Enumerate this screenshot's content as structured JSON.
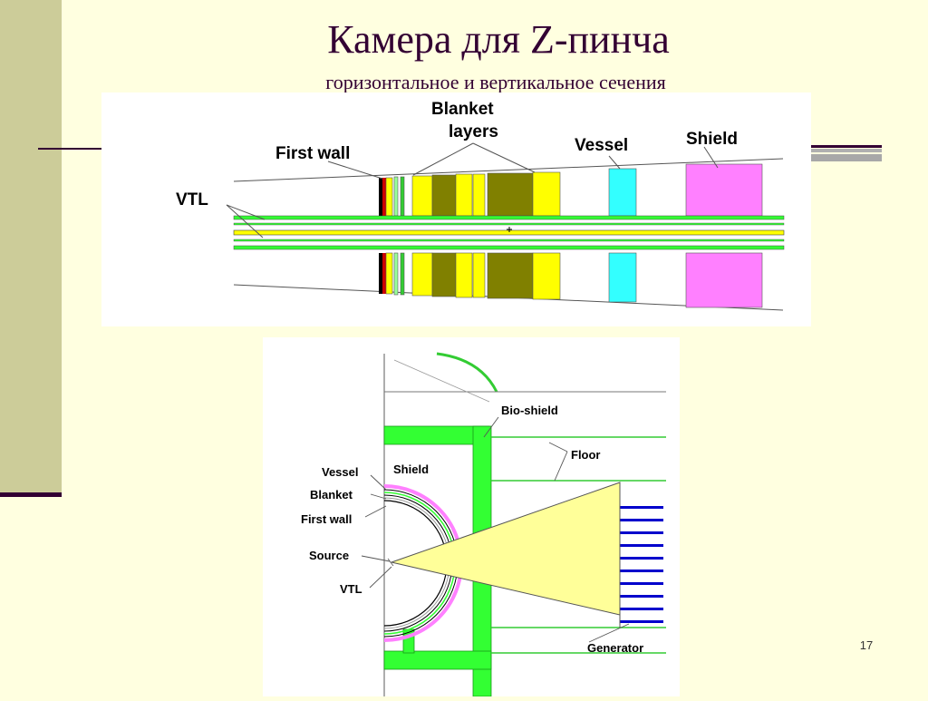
{
  "slide": {
    "title": "Камера для Z-пинча",
    "subtitle": "горизонтальное и вертикальное сечения",
    "page_number": "17"
  },
  "horizontal_section": {
    "labels": {
      "blanket_line1": "Blanket",
      "blanket_line2": "layers",
      "first_wall": "First wall",
      "vessel": "Vessel",
      "shield": "Shield",
      "vtl": "VTL"
    }
  },
  "vertical_section": {
    "labels": {
      "bio_shield": "Bio-shield",
      "floor": "Floor",
      "vessel": "Vessel",
      "shield": "Shield",
      "blanket": "Blanket",
      "first_wall": "First wall",
      "source": "Source",
      "vtl": "VTL",
      "generator": "Generator"
    }
  },
  "colors": {
    "background": "#ffffe0",
    "band": "#cccc99",
    "title": "#330033",
    "yellow": "#ffff00",
    "olive": "#808000",
    "cyan": "#33ffff",
    "magenta": "#ff80ff",
    "green": "#33ff33",
    "blue": "#0000cc",
    "cone": "#ffff99"
  }
}
